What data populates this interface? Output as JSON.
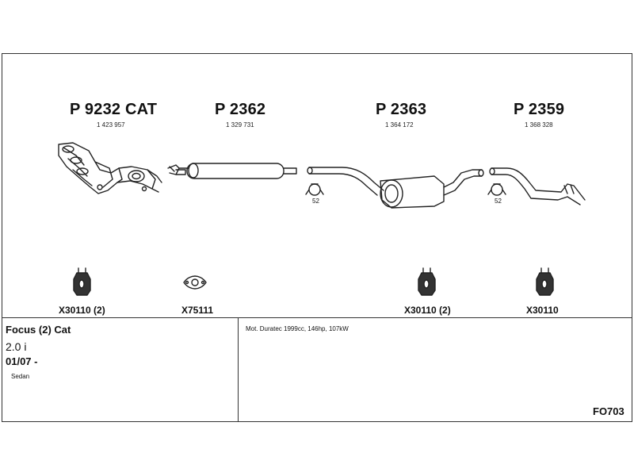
{
  "parts": [
    {
      "title": "P 9232 CAT",
      "sub": "1 423 957"
    },
    {
      "title": "P 2362",
      "sub": "1 329 731"
    },
    {
      "title": "P 2363",
      "sub": "1 364 172"
    },
    {
      "title": "P 2359",
      "sub": "1 368 328"
    }
  ],
  "clamps": [
    {
      "size": "52"
    },
    {
      "size": "52"
    }
  ],
  "hardware": [
    {
      "code": "X30110 (2)"
    },
    {
      "code": "X75111"
    },
    {
      "code": "X30110 (2)"
    },
    {
      "code": "X30110"
    }
  ],
  "info": {
    "model": "Focus (2) Cat",
    "engine": "2.0 i",
    "date": "01/07 -",
    "body": "Sedan",
    "motor": "Mot. Duratec 1999cc, 146hp, 107kW",
    "code": "FO703"
  }
}
